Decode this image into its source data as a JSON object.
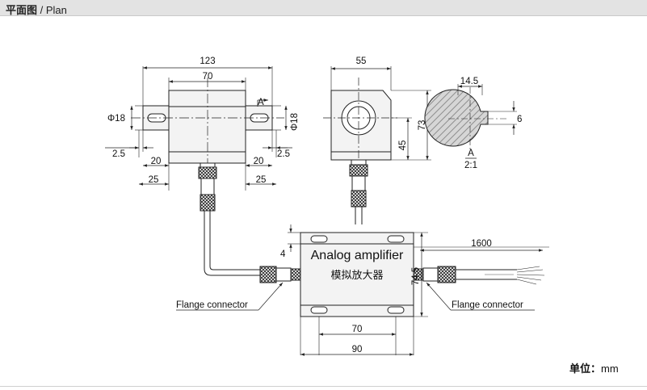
{
  "header": {
    "title_cn": "平面图",
    "separator": " / ",
    "title_en": "Plan"
  },
  "unit": {
    "label": "单位",
    "colon": "：",
    "value": "mm"
  },
  "colors": {
    "line": "#222222",
    "body_fill": "#f3f3f3",
    "hatch": "#b9b9b9",
    "header_bg": "#e3e3e3"
  },
  "side_view": {
    "dims": {
      "overall": "123",
      "body": "70",
      "shaft_dia_left": "Φ18",
      "shaft_dia_right": "Φ18",
      "step_left": "2.5",
      "step_right": "2.5",
      "inner_left": "20",
      "inner_right": "20",
      "outer_left": "25",
      "outer_right": "25",
      "section_mark": "A"
    }
  },
  "end_view": {
    "dims": {
      "width": "55",
      "height_lower": "45",
      "height_total": "73"
    }
  },
  "section_view": {
    "dims": {
      "diameter": "14.5",
      "key": "6",
      "label": "A",
      "scale": "2:1"
    }
  },
  "amplifier": {
    "title": "Analog amplifier",
    "subtitle": "模拟放大器",
    "dims": {
      "top_offset": "4",
      "height": "74.5",
      "hole_spacing": "70",
      "width": "90",
      "cable": "1600"
    },
    "left_connector_label": "Flange connector",
    "right_connector_label": "Flange connector"
  }
}
